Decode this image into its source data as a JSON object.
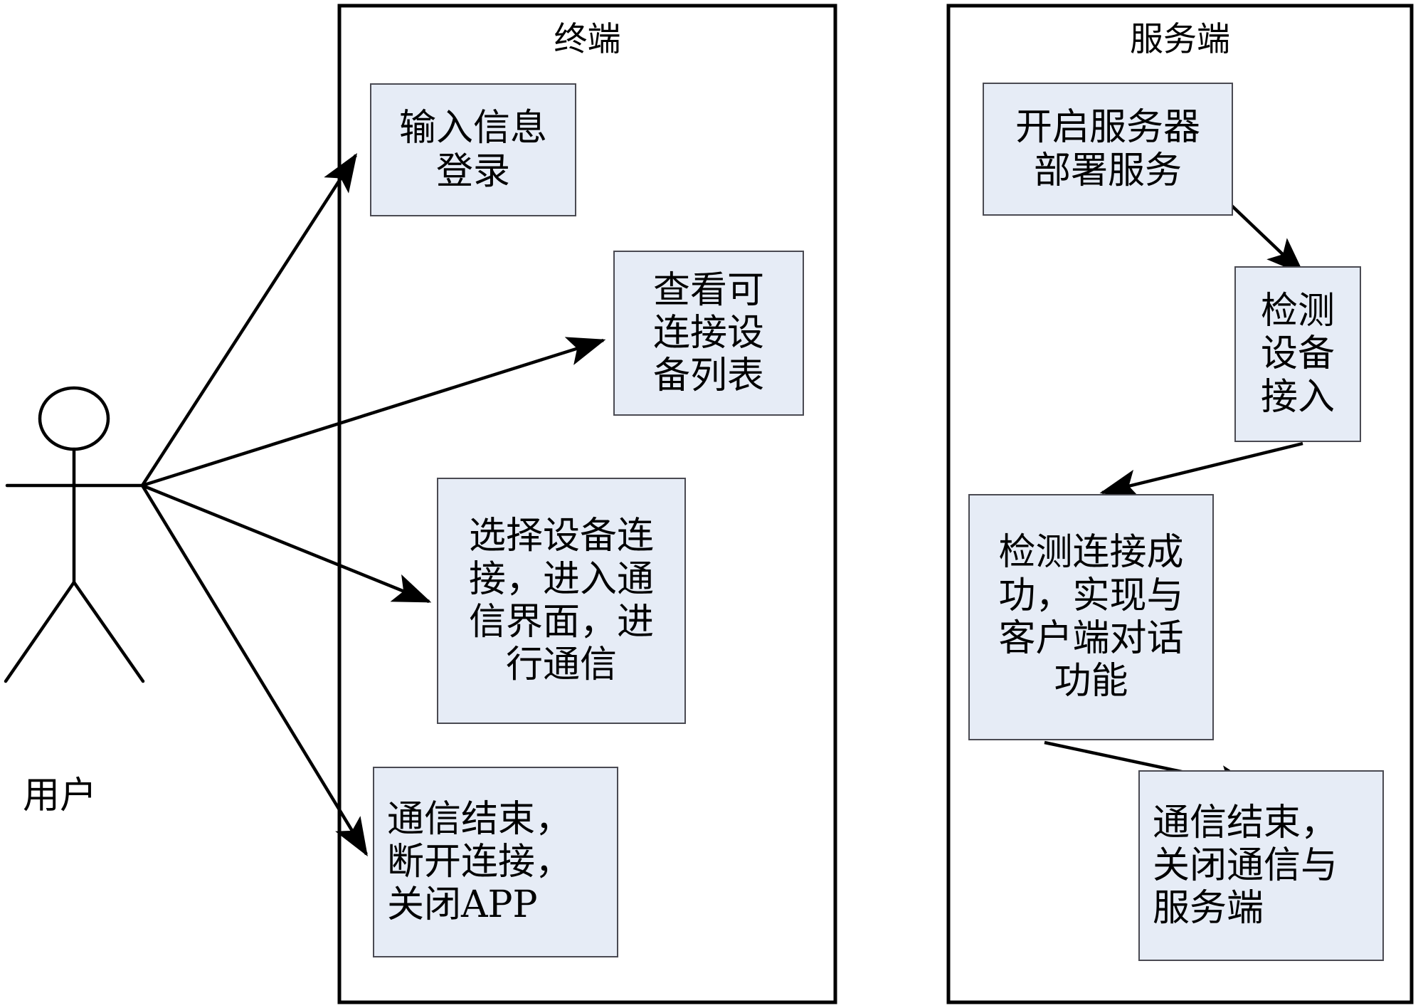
{
  "diagram": {
    "type": "uml-use-case-diagram",
    "background_color": "#ffffff",
    "box_fill_color": "#e6ecf6",
    "box_border_color": "#4a4a52",
    "line_color": "#000000"
  },
  "actor": {
    "name": "user-actor",
    "label": "用户"
  },
  "panels": [
    {
      "id": "terminal",
      "title": "终端",
      "use_cases": [
        {
          "id": "login",
          "text": "输入信息\n登录",
          "align": "center"
        },
        {
          "id": "device-list",
          "text": "查看可\n连接设\n备列表",
          "align": "center"
        },
        {
          "id": "connect-chat",
          "text": "选择设备连\n接，进入通\n信界面，进\n行通信",
          "align": "center"
        },
        {
          "id": "end-close",
          "text": "通信结束，\n断开连接，\n关闭APP",
          "align": "left"
        }
      ]
    },
    {
      "id": "server",
      "title": "服务端",
      "use_cases": [
        {
          "id": "start-server",
          "text": "开启服务器\n部署服务",
          "align": "center"
        },
        {
          "id": "detect-device",
          "text": "检测\n设备\n接入",
          "align": "center"
        },
        {
          "id": "detect-success",
          "text": "检测连接成\n功，实现与\n客户端对话\n功能",
          "align": "center"
        },
        {
          "id": "close-comm",
          "text": "通信结束，\n关闭通信与\n服务端",
          "align": "left"
        }
      ]
    }
  ],
  "associations": [
    {
      "from": "user-actor",
      "to": "login"
    },
    {
      "from": "user-actor",
      "to": "device-list"
    },
    {
      "from": "user-actor",
      "to": "connect-chat"
    },
    {
      "from": "user-actor",
      "to": "end-close"
    },
    {
      "from": "start-server",
      "to": "detect-device"
    },
    {
      "from": "detect-device",
      "to": "detect-success"
    },
    {
      "from": "detect-success",
      "to": "close-comm"
    }
  ]
}
